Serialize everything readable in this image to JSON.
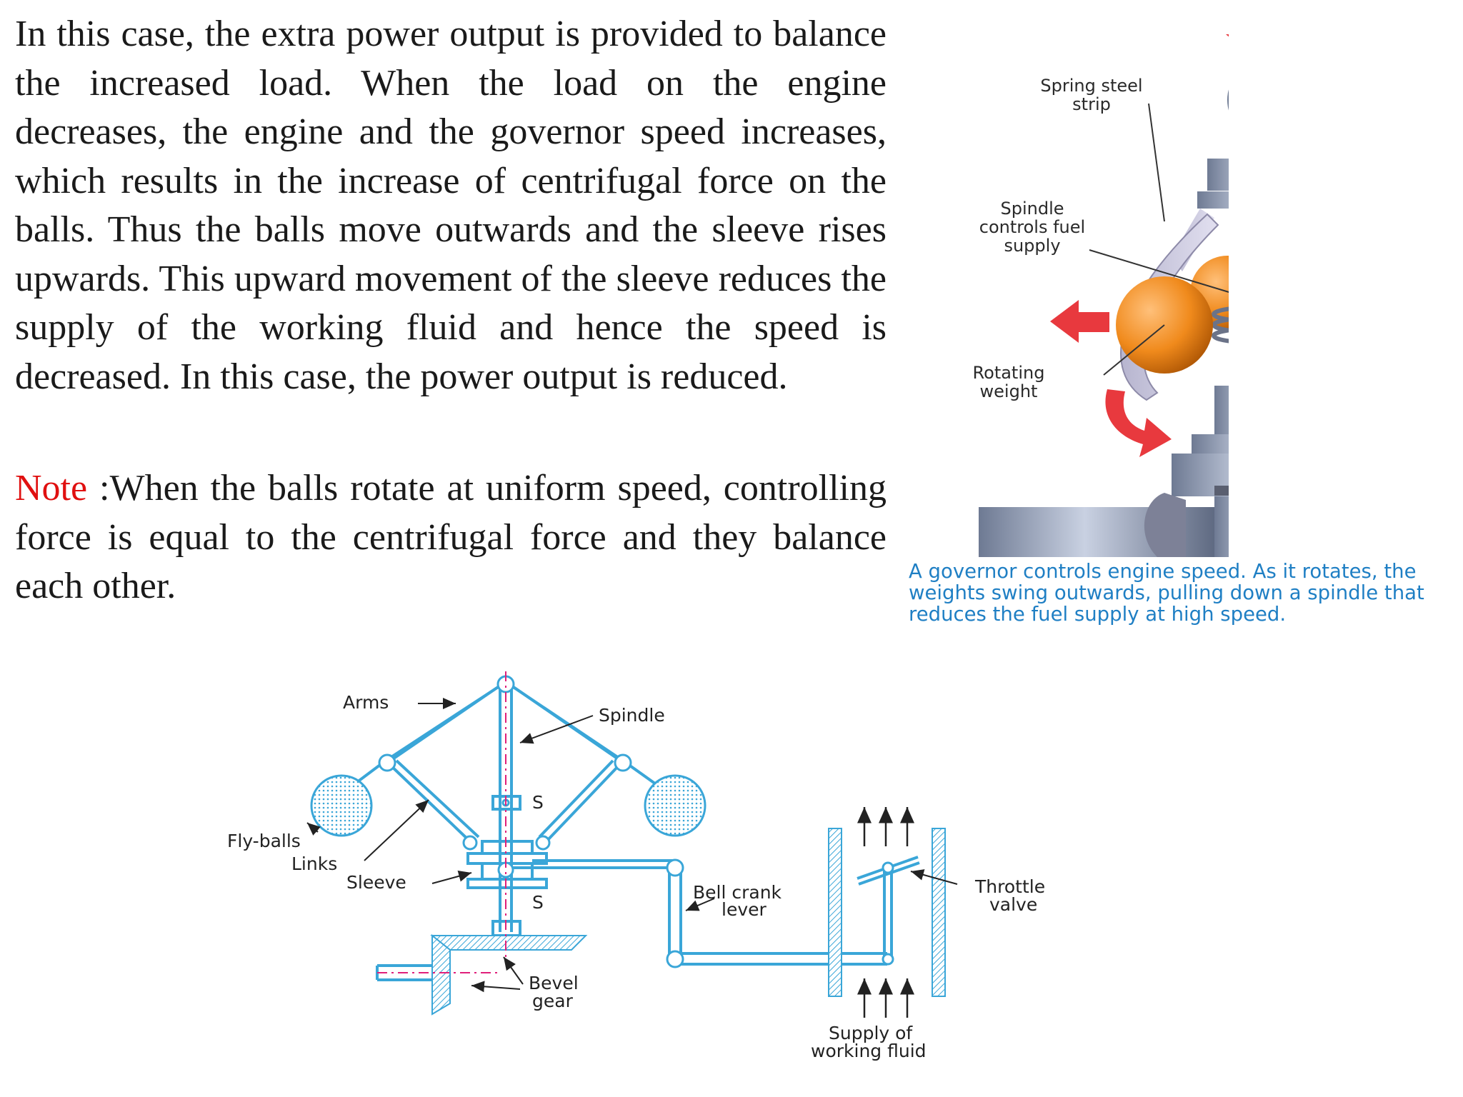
{
  "paragraph1": "In this case, the extra power output is provided to balance the increased load. When the load on the engine decreases, the engine and the governor speed increases, which results in the increase of centrifugal force on the balls. Thus the balls move outwards and the sleeve rises upwards. This upward movement of the sleeve reduces the supply of the working fluid and hence the speed is decreased. In this case, the power output is reduced.",
  "note": {
    "label": "Note",
    "text": " :When the balls rotate at uniform speed, controlling force is equal to the centrifugal force and they balance each other."
  },
  "photo": {
    "labels": {
      "spring1": "Spring steel",
      "spring2": "strip",
      "spindle1": "Spindle",
      "spindle2": "controls fuel",
      "spindle3": "supply",
      "rotating1": "Rotating",
      "rotating2": "weight"
    },
    "caption": "A governor controls engine speed. As it rotates, the weights swing outwards, pulling down a spindle that reduces the fuel supply at high speed.",
    "colors": {
      "arrow": "#e8393e",
      "ball": "#f08a1c",
      "metal": "#9aa6bd",
      "caption": "#1f7fc4"
    }
  },
  "schematic": {
    "labels": {
      "arms": "Arms",
      "spindle": "Spindle",
      "s_upper": "S",
      "s_lower": "S",
      "flyballs": "Fly-balls",
      "links": "Links",
      "sleeve": "Sleeve",
      "bellcrank1": "Bell crank",
      "bellcrank2": "lever",
      "bevel1": "Bevel",
      "bevel2": "gear",
      "throttle1": "Throttle",
      "throttle2": "valve",
      "supply1": "Supply of",
      "supply2": "working fluid"
    },
    "colors": {
      "line": "#3aa6d8",
      "axis": "#e0207a",
      "text": "#222222"
    }
  }
}
